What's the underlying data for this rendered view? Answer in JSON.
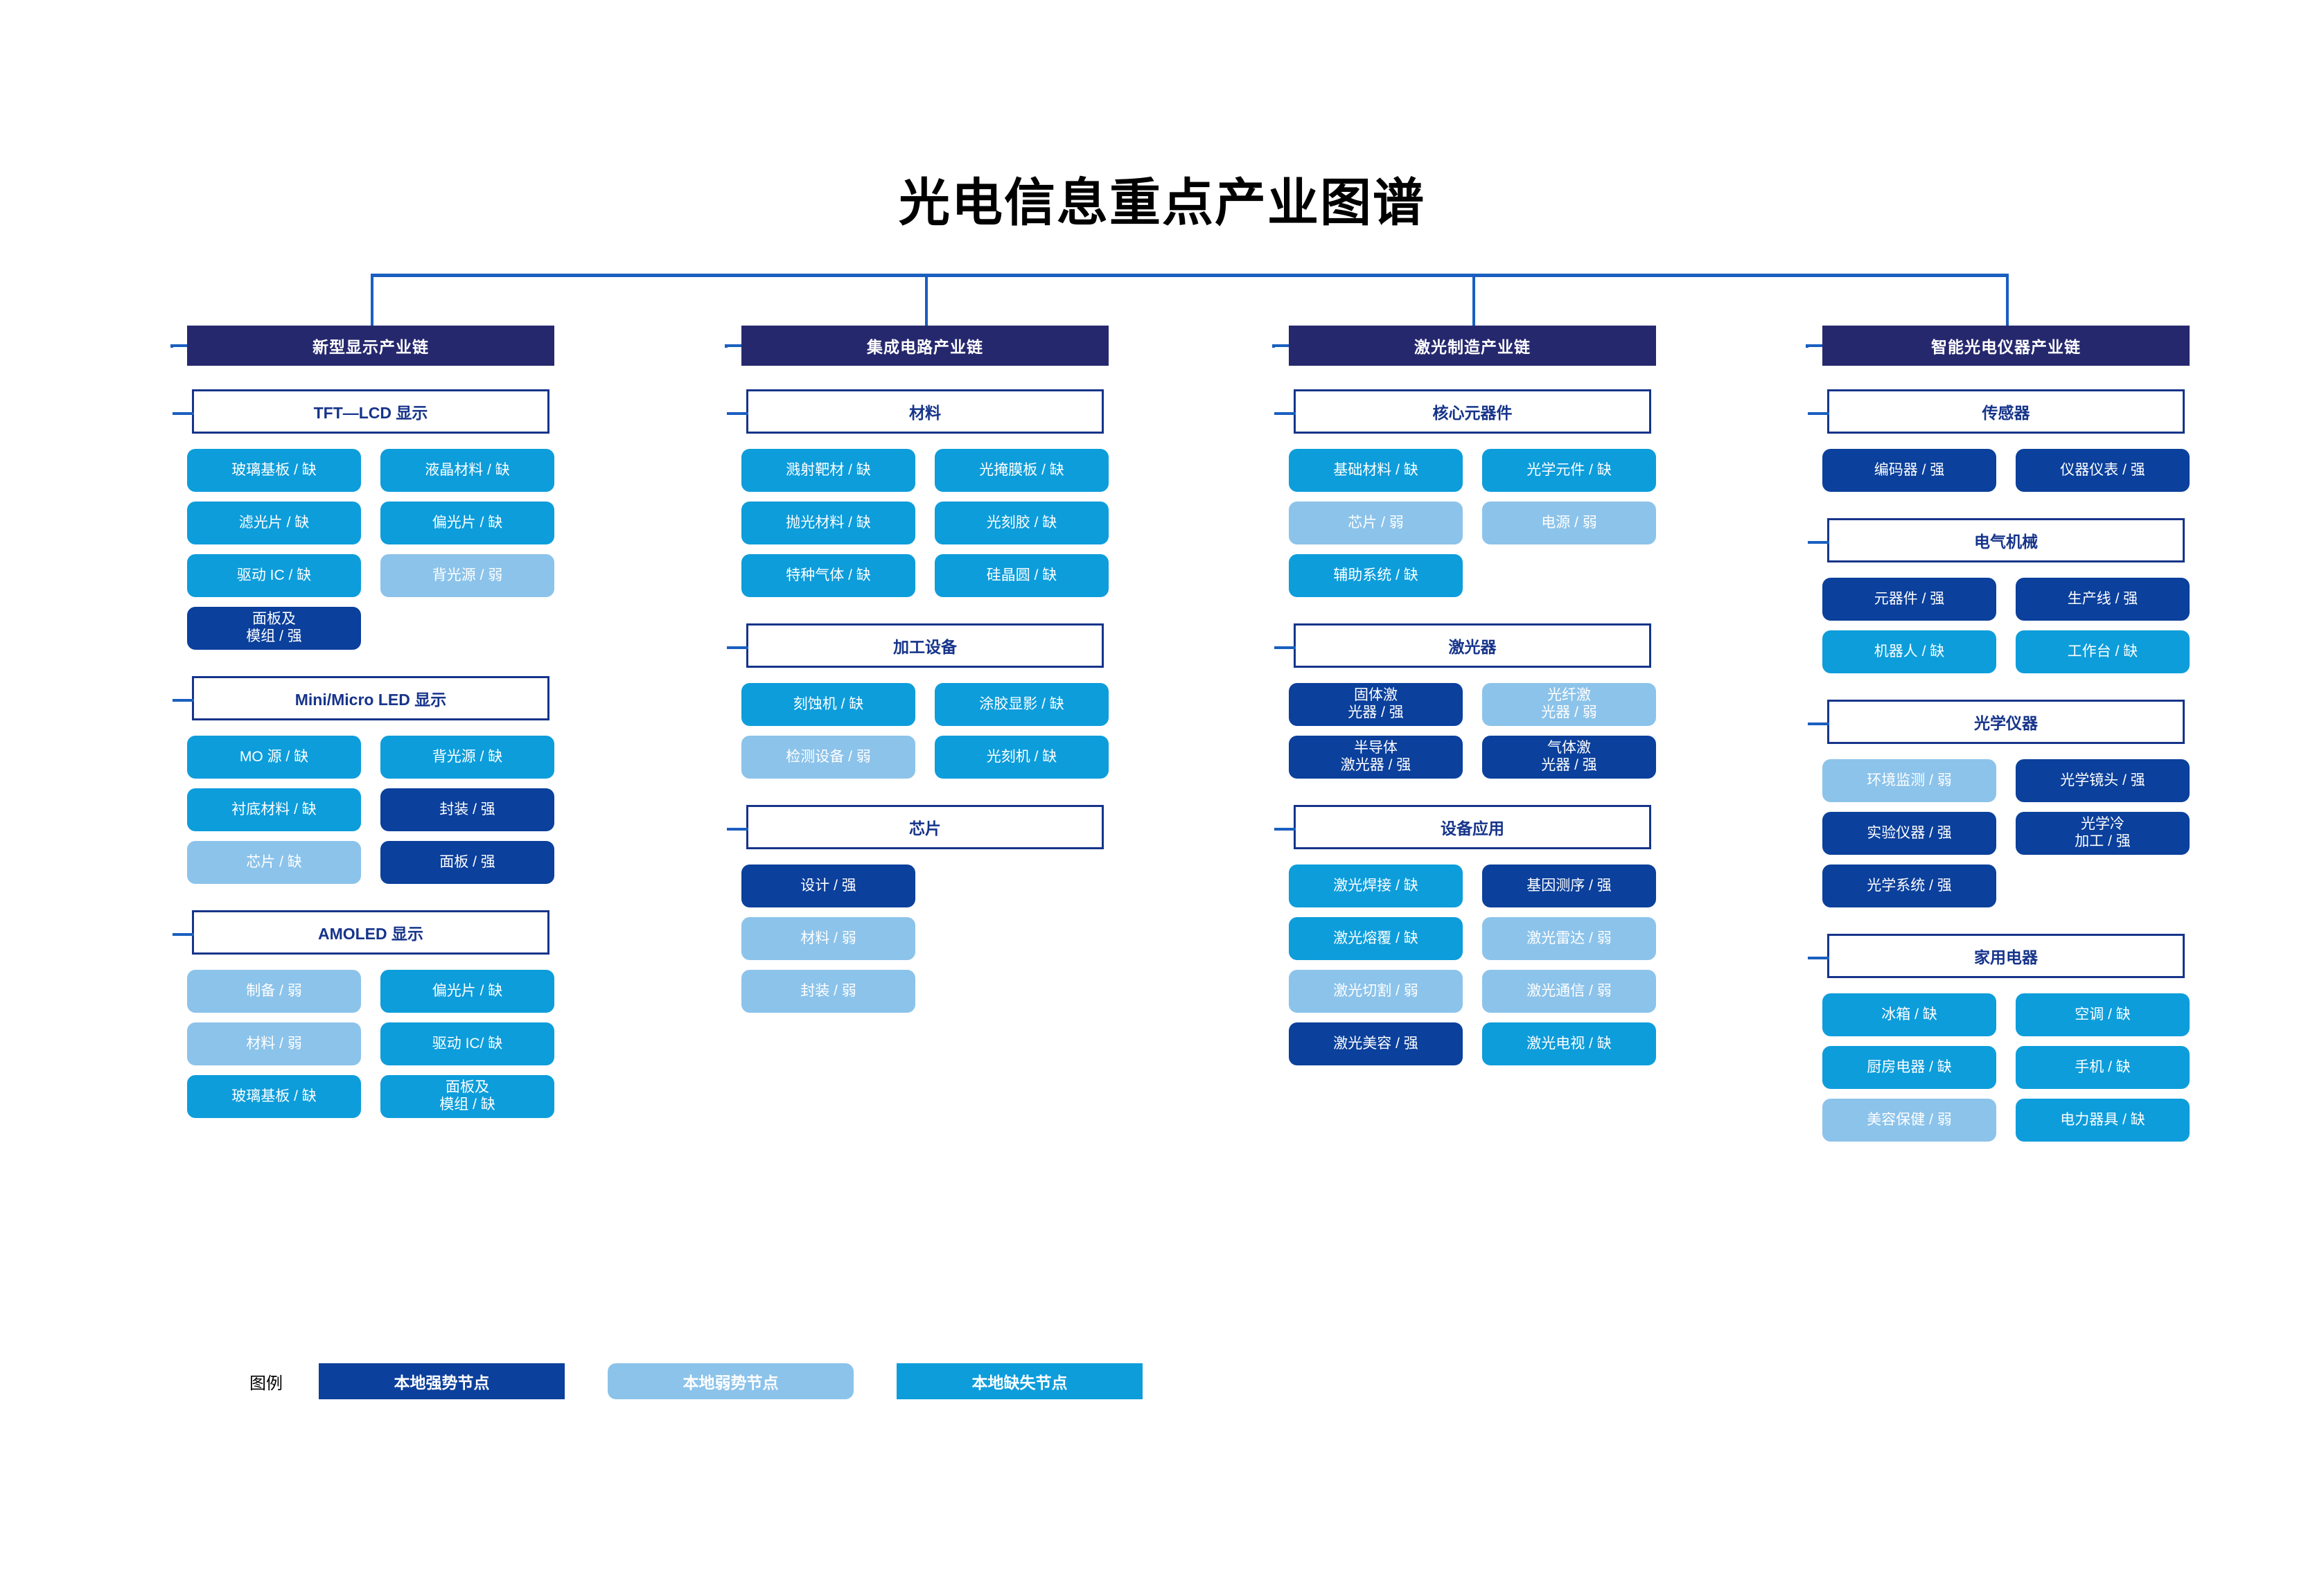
{
  "title": "光电信息重点产业图谱",
  "legend": {
    "label": "图例",
    "items": [
      {
        "text": "本地强势节点",
        "kind": "strong",
        "color": "#0b409c"
      },
      {
        "text": "本地弱势节点",
        "kind": "weak",
        "color": "#8cc3ea"
      },
      {
        "text": "本地缺失节点",
        "kind": "missing",
        "color": "#0d9ddb"
      }
    ]
  },
  "colors": {
    "chain_header": "#26286e",
    "section_border": "#16348a",
    "connector": "#1a5fc0",
    "strong": "#0b409c",
    "weak": "#8cc3ea",
    "missing": "#0d9ddb"
  },
  "columns": [
    {
      "chain": "新型显示产业链",
      "sections": [
        {
          "name": "TFT—LCD 显示",
          "nodes": [
            {
              "text": "玻璃基板 / 缺",
              "kind": "missing"
            },
            {
              "text": "液晶材料 / 缺",
              "kind": "missing"
            },
            {
              "text": "滤光片 / 缺",
              "kind": "missing"
            },
            {
              "text": "偏光片 / 缺",
              "kind": "missing"
            },
            {
              "text": "驱动 IC / 缺",
              "kind": "missing"
            },
            {
              "text": "背光源 / 弱",
              "kind": "weak"
            },
            {
              "text": "面板及\n模组 / 强",
              "kind": "strong"
            }
          ]
        },
        {
          "name": "Mini/Micro LED 显示",
          "nodes": [
            {
              "text": "MO 源 / 缺",
              "kind": "missing"
            },
            {
              "text": "背光源 / 缺",
              "kind": "missing"
            },
            {
              "text": "衬底材料 / 缺",
              "kind": "missing"
            },
            {
              "text": "封装 / 强",
              "kind": "strong"
            },
            {
              "text": "芯片 / 缺",
              "kind": "weak"
            },
            {
              "text": "面板 / 强",
              "kind": "strong"
            }
          ]
        },
        {
          "name": "AMOLED 显示",
          "nodes": [
            {
              "text": "制备 / 弱",
              "kind": "weak"
            },
            {
              "text": "偏光片 / 缺",
              "kind": "missing"
            },
            {
              "text": "材料 / 弱",
              "kind": "weak"
            },
            {
              "text": "驱动 IC/ 缺",
              "kind": "missing"
            },
            {
              "text": "玻璃基板 / 缺",
              "kind": "missing"
            },
            {
              "text": "面板及\n模组 / 缺",
              "kind": "missing"
            }
          ]
        }
      ]
    },
    {
      "chain": "集成电路产业链",
      "sections": [
        {
          "name": "材料",
          "nodes": [
            {
              "text": "溅射靶材 / 缺",
              "kind": "missing"
            },
            {
              "text": "光掩膜板 / 缺",
              "kind": "missing"
            },
            {
              "text": "抛光材料 / 缺",
              "kind": "missing"
            },
            {
              "text": "光刻胶 / 缺",
              "kind": "missing"
            },
            {
              "text": "特种气体 / 缺",
              "kind": "missing"
            },
            {
              "text": "硅晶圆 / 缺",
              "kind": "missing"
            }
          ]
        },
        {
          "name": "加工设备",
          "nodes": [
            {
              "text": "刻蚀机 / 缺",
              "kind": "missing"
            },
            {
              "text": "涂胶显影 / 缺",
              "kind": "missing"
            },
            {
              "text": "检测设备 / 弱",
              "kind": "weak"
            },
            {
              "text": "光刻机 / 缺",
              "kind": "missing"
            }
          ]
        },
        {
          "name": "芯片",
          "single_column": true,
          "nodes": [
            {
              "text": "设计 / 强",
              "kind": "strong"
            },
            {
              "text": "材料 / 弱",
              "kind": "weak"
            },
            {
              "text": "封装 / 弱",
              "kind": "weak"
            }
          ]
        }
      ]
    },
    {
      "chain": "激光制造产业链",
      "sections": [
        {
          "name": "核心元器件",
          "nodes": [
            {
              "text": "基础材料 / 缺",
              "kind": "missing"
            },
            {
              "text": "光学元件 / 缺",
              "kind": "missing"
            },
            {
              "text": "芯片 / 弱",
              "kind": "weak"
            },
            {
              "text": "电源 / 弱",
              "kind": "weak"
            },
            {
              "text": "辅助系统 / 缺",
              "kind": "missing"
            }
          ]
        },
        {
          "name": "激光器",
          "nodes": [
            {
              "text": "固体激\n光器 / 强",
              "kind": "strong"
            },
            {
              "text": "光纤激\n光器 / 弱",
              "kind": "weak"
            },
            {
              "text": "半导体\n激光器 / 强",
              "kind": "strong"
            },
            {
              "text": "气体激\n光器 / 强",
              "kind": "strong"
            }
          ]
        },
        {
          "name": "设备应用",
          "nodes": [
            {
              "text": "激光焊接 / 缺",
              "kind": "missing"
            },
            {
              "text": "基因测序 / 强",
              "kind": "strong"
            },
            {
              "text": "激光熔覆 / 缺",
              "kind": "missing"
            },
            {
              "text": "激光雷达 / 弱",
              "kind": "weak"
            },
            {
              "text": "激光切割 / 弱",
              "kind": "weak"
            },
            {
              "text": "激光通信 / 弱",
              "kind": "weak"
            },
            {
              "text": "激光美容 / 强",
              "kind": "strong"
            },
            {
              "text": "激光电视 / 缺",
              "kind": "missing"
            }
          ]
        }
      ]
    },
    {
      "chain": "智能光电仪器产业链",
      "sections": [
        {
          "name": "传感器",
          "nodes": [
            {
              "text": "编码器 / 强",
              "kind": "strong"
            },
            {
              "text": "仪器仪表 / 强",
              "kind": "strong"
            }
          ]
        },
        {
          "name": "电气机械",
          "nodes": [
            {
              "text": "元器件 / 强",
              "kind": "strong"
            },
            {
              "text": "生产线 / 强",
              "kind": "strong"
            },
            {
              "text": "机器人 / 缺",
              "kind": "missing"
            },
            {
              "text": "工作台 / 缺",
              "kind": "missing"
            }
          ]
        },
        {
          "name": "光学仪器",
          "nodes": [
            {
              "text": "环境监测 / 弱",
              "kind": "weak"
            },
            {
              "text": "光学镜头 / 强",
              "kind": "strong"
            },
            {
              "text": "实验仪器 / 强",
              "kind": "strong"
            },
            {
              "text": "光学冷\n加工 / 强",
              "kind": "strong"
            },
            {
              "text": "光学系统 / 强",
              "kind": "strong"
            }
          ]
        },
        {
          "name": "家用电器",
          "nodes": [
            {
              "text": "冰箱 / 缺",
              "kind": "missing"
            },
            {
              "text": "空调 / 缺",
              "kind": "missing"
            },
            {
              "text": "厨房电器 / 缺",
              "kind": "missing"
            },
            {
              "text": "手机 / 缺",
              "kind": "missing"
            },
            {
              "text": "美容保健 / 弱",
              "kind": "weak"
            },
            {
              "text": "电力器具 / 缺",
              "kind": "missing"
            }
          ]
        }
      ]
    }
  ]
}
